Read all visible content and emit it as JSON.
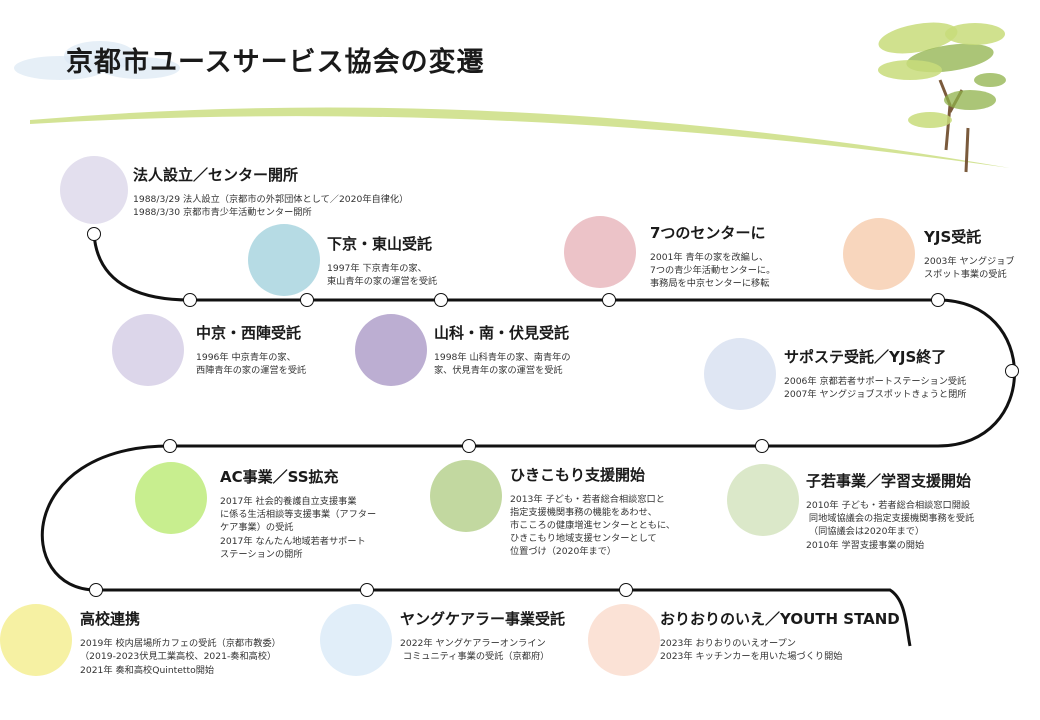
{
  "title": "京都市ユースサービス協会の変遷",
  "colors": {
    "line": "#111111",
    "leaf_light": "#c8dc7a",
    "leaf_dark": "#8fb24a",
    "trunk": "#7a5a3c",
    "cloud": "#dbe8f3"
  },
  "events": [
    {
      "heading": "法人設立／センター開所",
      "color": "#e3dfee",
      "details": [
        "1988/3/29 法人設立（京都市の外郭団体として／2020年自律化）\n1988/3/30 京都市青少年活動センター開所"
      ]
    },
    {
      "heading": "中京・西陣受託",
      "color": "#dcd6ea",
      "details": [
        "1996年 中京青年の家、\n西陣青年の家の運営を受託"
      ]
    },
    {
      "heading": "下京・東山受託",
      "color": "#b6dbe4",
      "details": [
        "1997年 下京青年の家、\n東山青年の家の運営を受託"
      ]
    },
    {
      "heading": "山科・南・伏見受託",
      "color": "#bcaed2",
      "details": [
        "1998年 山科青年の家、南青年の\n家、伏見青年の家の運営を受託"
      ]
    },
    {
      "heading": "7つのセンターに",
      "color": "#ecc3c8",
      "details": [
        "2001年 青年の家を改編し、\n7つの青少年活動センターに。\n事務局を中京センターに移転"
      ]
    },
    {
      "heading": "YJS受託",
      "color": "#f8d6bd",
      "details": [
        "2003年 ヤングジョブ\nスポット事業の受託"
      ]
    },
    {
      "heading": "サポステ受託／YJS終了",
      "color": "#dfe6f3",
      "details": [
        "2006年 京都若者サポートステーション受託\n2007年 ヤングジョブスポットきょうと閉所"
      ]
    },
    {
      "heading": "子若事業／学習支援開始",
      "color": "#dbe8c9",
      "details": [
        "2010年 子ども・若者総合相談窓口開設\n 同地域協議会の指定支援機関事務を受託\n （同協議会は2020年まで）",
        "2010年 学習支援事業の開始"
      ]
    },
    {
      "heading": "ひきこもり支援開始",
      "color": "#c2d8a0",
      "details": [
        "2013年 子ども・若者総合相談窓口と\n指定支援機関事務の機能をあわせ、\n市こころの健康増進センターとともに、\nひきこもり地域支援センターとして\n位置づけ（2020年まで）"
      ]
    },
    {
      "heading": "AC事業／SS拡充",
      "color": "#c8ee8f",
      "details": [
        "2017年 社会的養護自立支援事業\nに係る生活相談等支援事業（アフター\nケア事業）の受託",
        "2017年 なんたん地域若者サポート\nステーションの開所"
      ]
    },
    {
      "heading": "高校連携",
      "color": "#f6f1a3",
      "details": [
        "2019年 校内居場所カフェの受託（京都市教委）\n（2019-2023伏見工業高校、2021-奏和高校）",
        "2021年 奏和高校Quintetto開始"
      ]
    },
    {
      "heading": "ヤングケアラー事業受託",
      "color": "#e1eef9",
      "details": [
        "2022年 ヤングケアラーオンライン\n コミュニティ事業の受託（京都府）"
      ]
    },
    {
      "heading": "おりおりのいえ／YOUTH STAND",
      "color": "#fbe2d6",
      "details": [
        "2023年 おりおりのいえオープン\n2023年 キッチンカーを用いた場づくり開始"
      ]
    }
  ]
}
